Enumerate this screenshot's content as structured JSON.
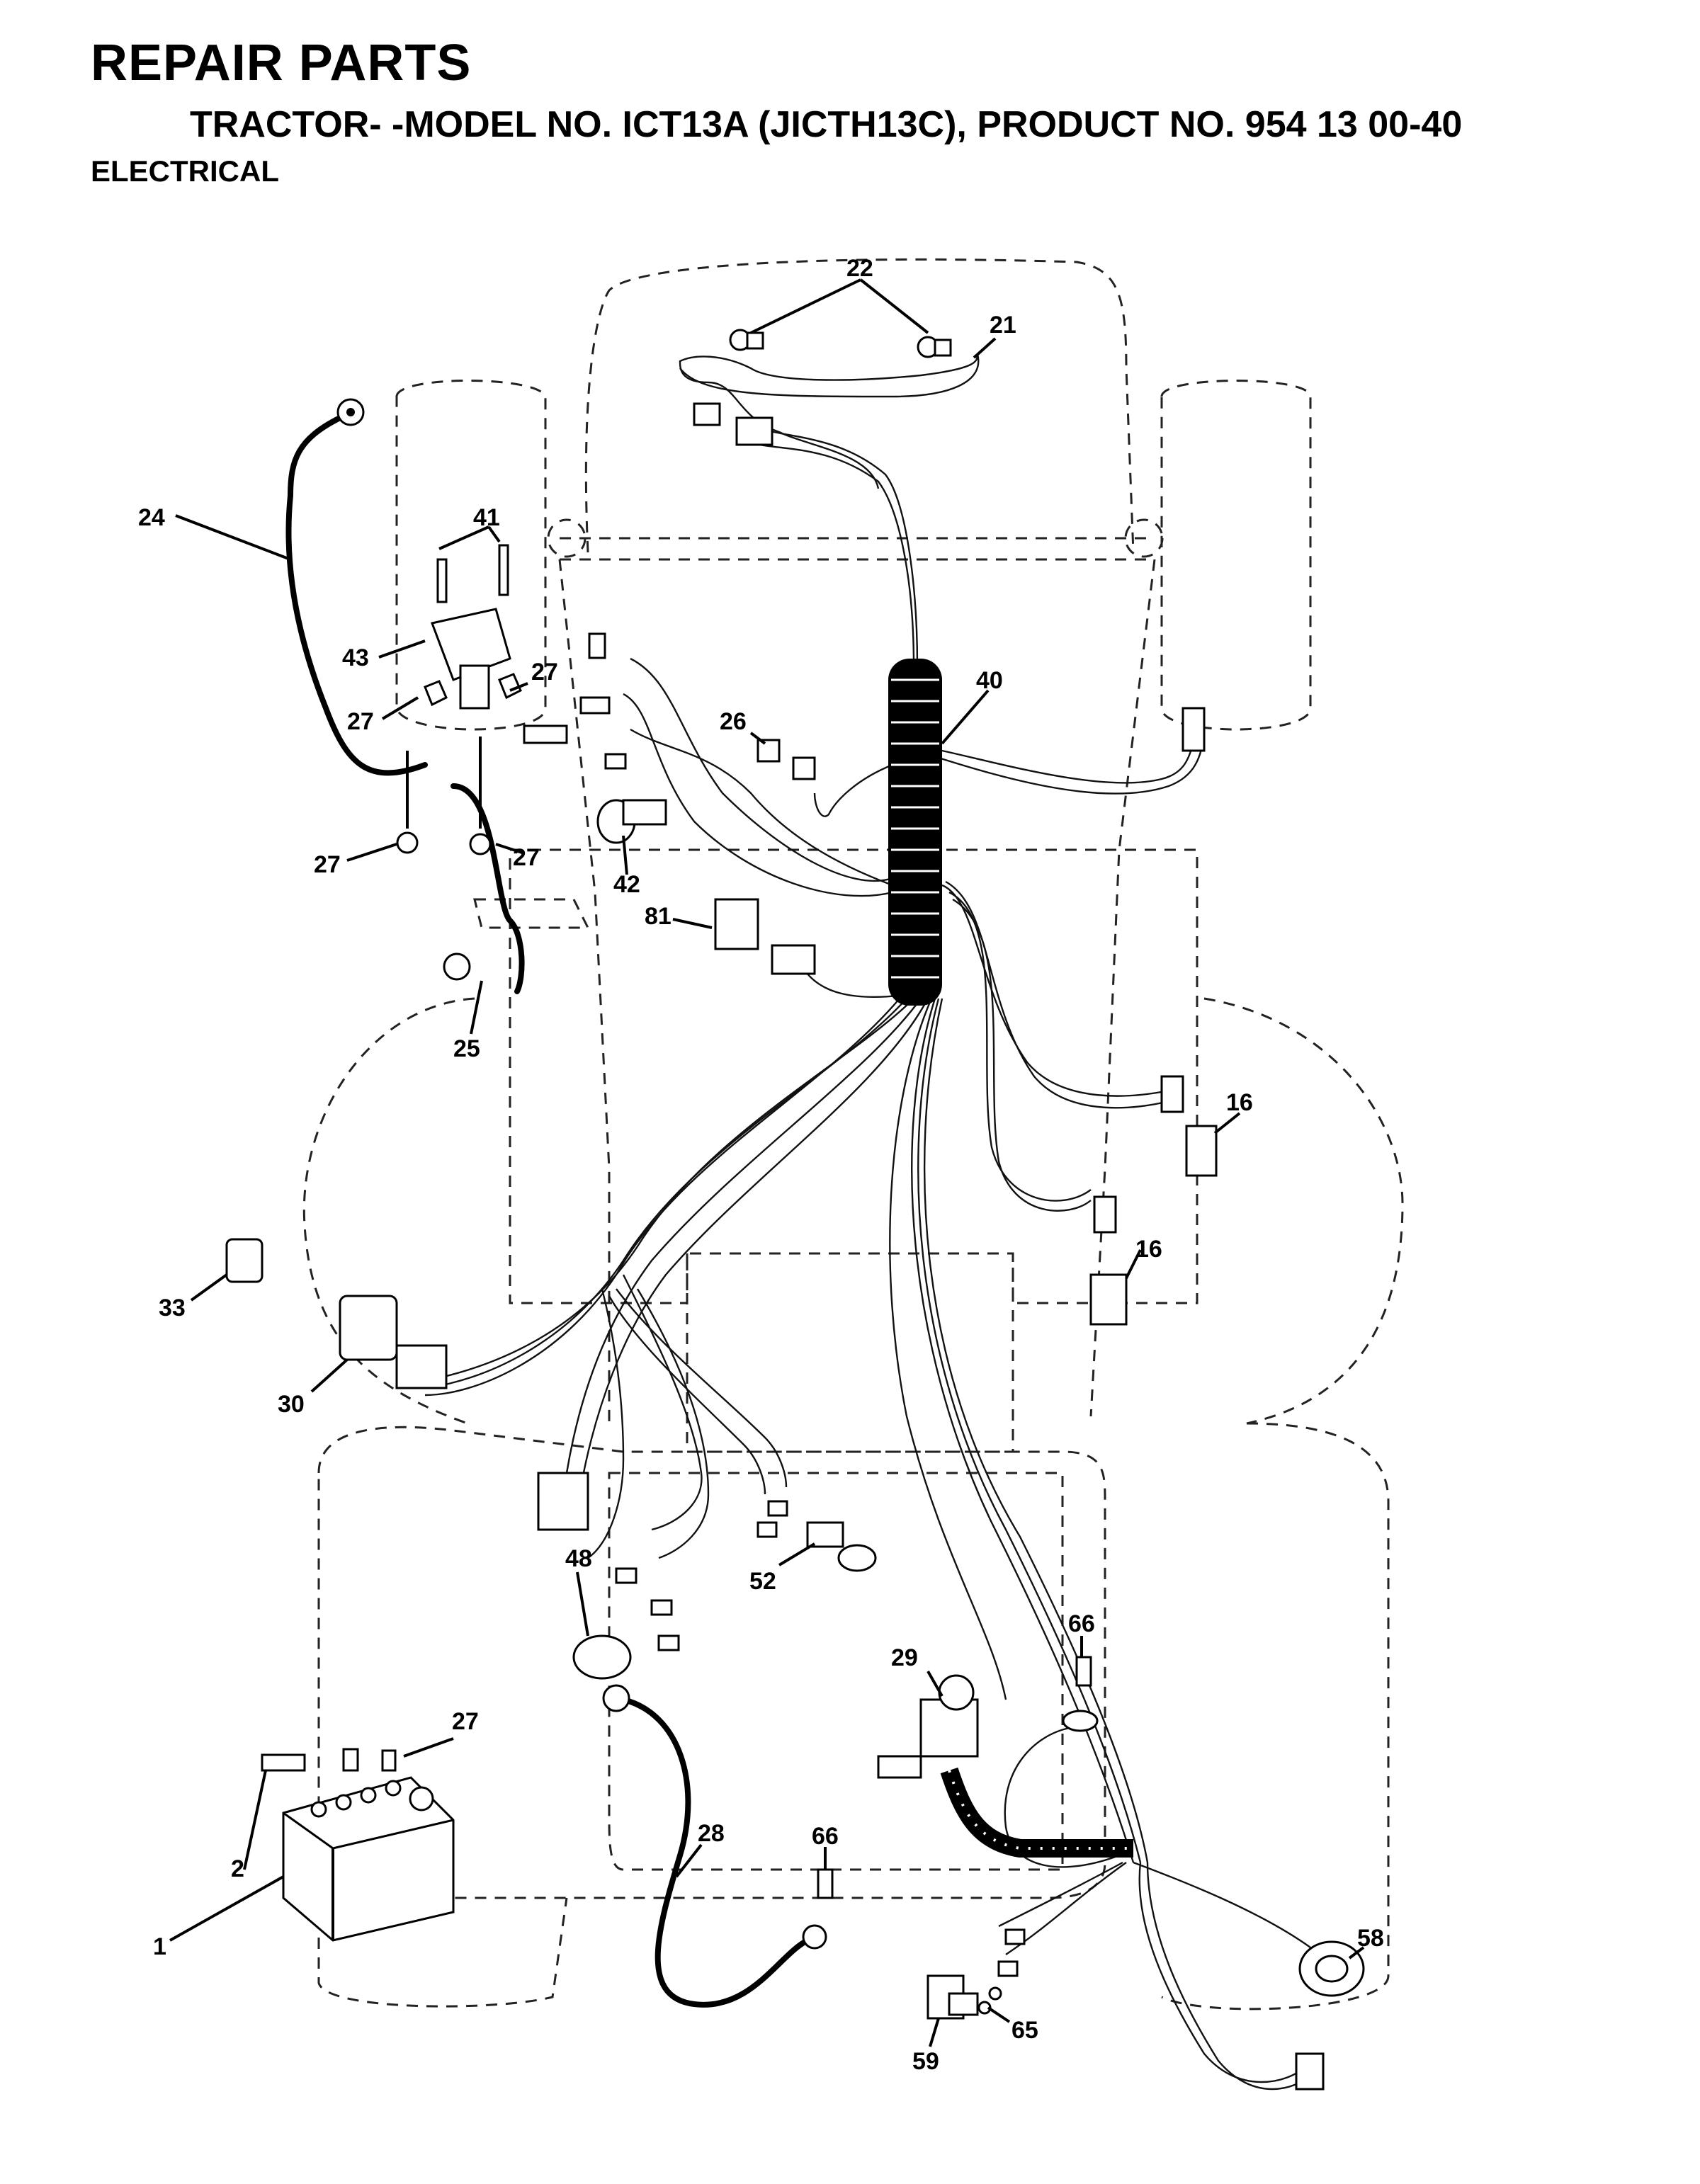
{
  "header": {
    "title": "REPAIR PARTS",
    "subtitle": "TRACTOR- -MODEL NO. ICT13A (JICTH13C), PRODUCT NO. 954 13 00-40",
    "section": "ELECTRICAL"
  },
  "callouts": {
    "c22": "22",
    "c21": "21",
    "c24": "24",
    "c41": "41",
    "c43": "43",
    "c27a": "27",
    "c27b": "27",
    "c27c": "27",
    "c27d": "27",
    "c27e": "27",
    "c40": "40",
    "c26": "26",
    "c42": "42",
    "c81": "81",
    "c25": "25",
    "c16a": "16",
    "c16b": "16",
    "c33": "33",
    "c30": "30",
    "c48": "48",
    "c52": "52",
    "c29": "29",
    "c66a": "66",
    "c66b": "66",
    "c28": "28",
    "c2": "2",
    "c1": "1",
    "c58": "58",
    "c65": "65",
    "c59": "59"
  }
}
